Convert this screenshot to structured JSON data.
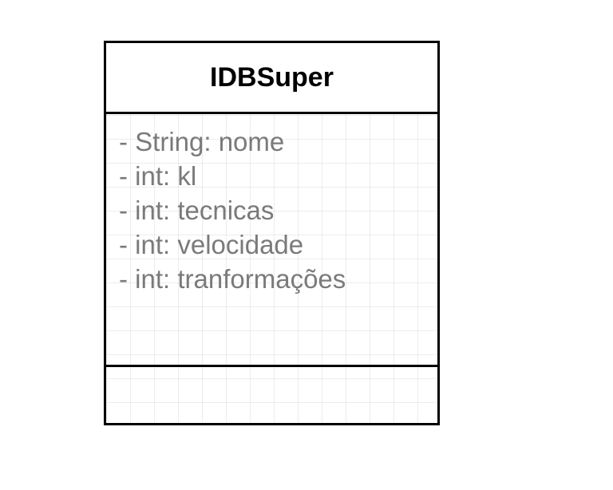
{
  "class": {
    "name": "IDBSuper",
    "attributes": [
      "- String: nome",
      "- int: kl",
      "- int: tecnicas",
      "- int: velocidade",
      "- int: tranformações"
    ],
    "methods": []
  },
  "colors": {
    "border": "#000000",
    "attribute_text": "#7a7a7a",
    "title_text": "#000000",
    "grid": "#eeeeee"
  }
}
